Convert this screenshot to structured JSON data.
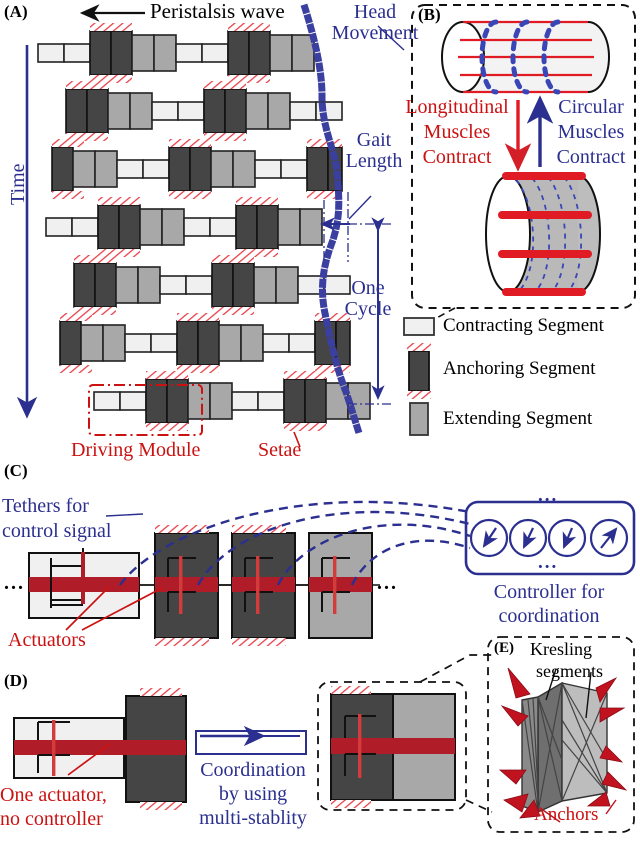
{
  "figure": {
    "panels": {
      "a": "(A)",
      "b": "(B)",
      "c": "(C)",
      "d": "(D)",
      "e": "(E)"
    },
    "colors": {
      "contracting": "#f0f0f0",
      "anchoring": "#454545",
      "extending": "#a8a8a8",
      "setae_red": "#e8404a",
      "accent_blue": "#2b2f8f",
      "accent_red": "#cc1111",
      "outline": "#000000",
      "actuator_red": "#b01c28"
    }
  },
  "panel_a": {
    "title_wave": "Peristalsis wave",
    "head_movement": "Head\nMovement",
    "gait_length": "Gait\nLength",
    "one_cycle": "One\nCycle",
    "time_axis": "Time",
    "driving_module": "Driving Module",
    "setae": "Setae",
    "rows": 7,
    "row_phase_note": "peristaltic wave traveling from head (right) toward tail (left)",
    "legend": [
      {
        "key": "contracting",
        "label": "Contracting Segment",
        "fill": "#f0f0f0",
        "setae": false
      },
      {
        "key": "anchoring",
        "label": "Anchoring Segment",
        "fill": "#454545",
        "setae": true
      },
      {
        "key": "extending",
        "label": "Extending Segment",
        "fill": "#a8a8a8",
        "setae": false
      }
    ]
  },
  "panel_b": {
    "longitudinal": "Longitudinal\nMuscles\nContract",
    "circular": "Circular\nMuscles\nContract",
    "top_state": "relaxed cylinder with longitudinal red lines and circular blue dotted rings",
    "bottom_state": "contracted short cylinder with thick red circular bands"
  },
  "panel_c": {
    "tethers": "Tethers for\ncontrol signal",
    "actuators": "Actuators",
    "controller": "Controller for\ncoordination",
    "ellipsis_left": "...",
    "ellipsis_right": "...",
    "controller_dots_top": "...",
    "controller_dots_bottom": "...",
    "module_fills": [
      "#f0f0f0",
      "#454545",
      "#454545",
      "#a8a8a8"
    ],
    "dial_count": 4
  },
  "panel_d": {
    "one_actuator": "One actuator,\nno controller",
    "coordination": "Coordination\nby using\nmulti-stablity"
  },
  "panel_e": {
    "kresling": "Kresling",
    "segments": "segments",
    "anchors": "Anchors"
  }
}
